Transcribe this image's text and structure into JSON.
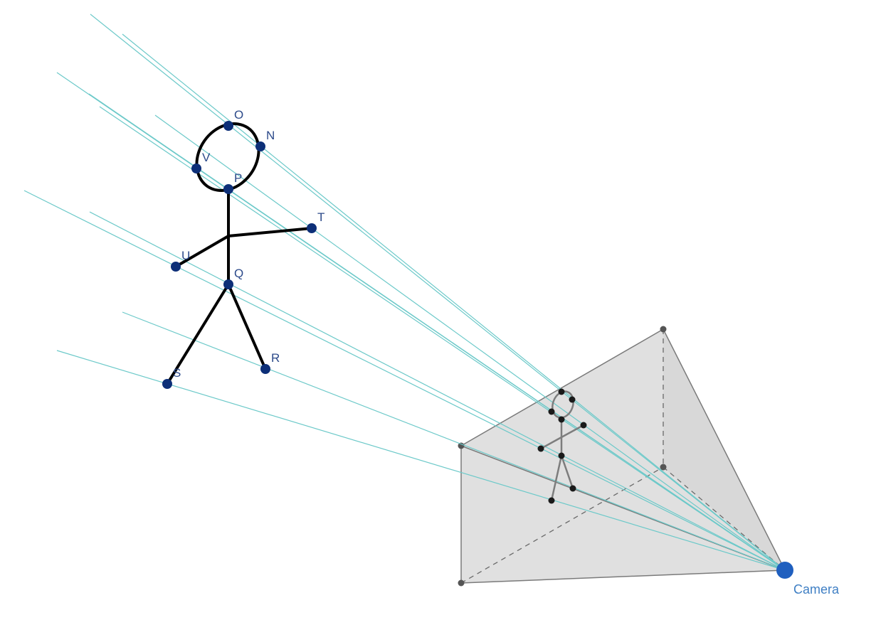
{
  "diagram": {
    "points": [
      {
        "id": "O",
        "label": "O"
      },
      {
        "id": "N",
        "label": "N"
      },
      {
        "id": "V",
        "label": "V"
      },
      {
        "id": "P",
        "label": "P"
      },
      {
        "id": "T",
        "label": "T"
      },
      {
        "id": "U",
        "label": "U"
      },
      {
        "id": "Q",
        "label": "Q"
      },
      {
        "id": "R",
        "label": "R"
      },
      {
        "id": "S",
        "label": "S"
      }
    ],
    "camera": {
      "label": "Camera",
      "color": "#1f5fbf"
    },
    "colors": {
      "rays": "#6cc9c9",
      "figure": "#000000",
      "points": "#0d2f78",
      "frustum_fill": "#d4d4d4",
      "image_figure": "#7d7d7d"
    }
  }
}
